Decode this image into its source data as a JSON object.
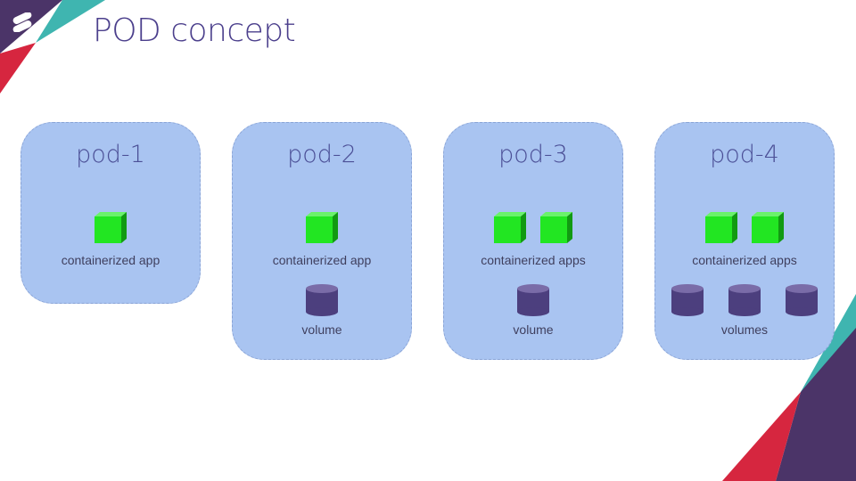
{
  "slide": {
    "title": "POD concept"
  },
  "colors": {
    "accent_purple": "#4b3f8c",
    "accent_teal": "#3fb5b0",
    "accent_red": "#d6263f",
    "pod_fill": "#a9c4f1",
    "container_green": "#22e622",
    "volume_purple": "#4c3f7e"
  },
  "pods": [
    {
      "title": "pod-1",
      "apps_label": "containerized app",
      "volume_label": ""
    },
    {
      "title": "pod-2",
      "apps_label": "containerized app",
      "volume_label": "volume"
    },
    {
      "title": "pod-3",
      "apps_label": "containerized apps",
      "volume_label": "volume"
    },
    {
      "title": "pod-4",
      "apps_label": "containerized apps",
      "volume_label": "volumes"
    }
  ]
}
